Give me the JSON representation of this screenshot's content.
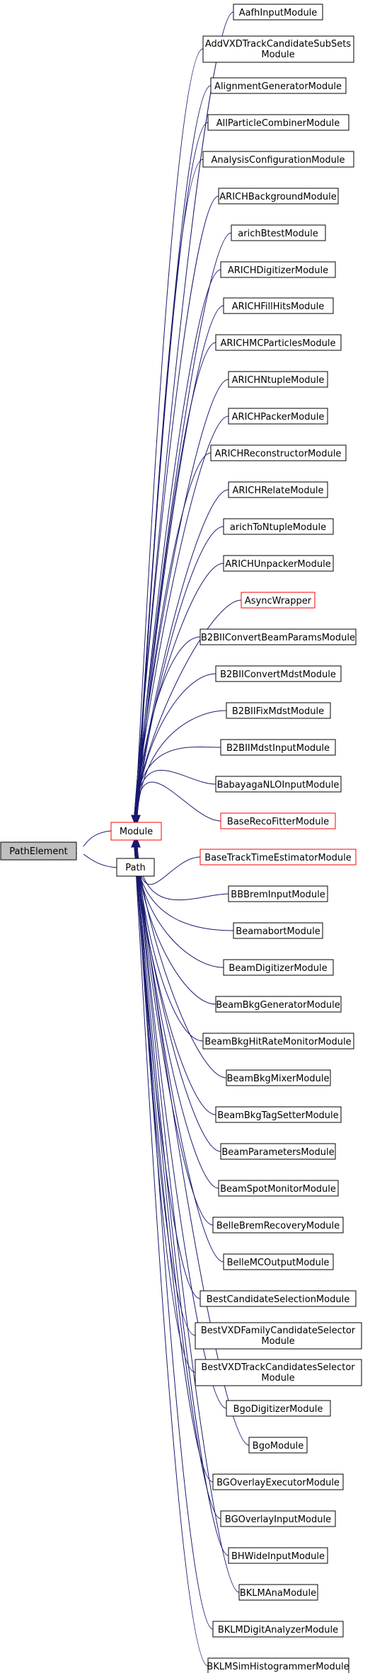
{
  "colors": {
    "edge": "#191970",
    "node_border": "#000000",
    "node_fill": "#ffffff",
    "highlight_border": "#ff0000",
    "root_fill": "#bfbfbf"
  },
  "root": {
    "label": "PathElement"
  },
  "module": {
    "label": "Module"
  },
  "path": {
    "label": "Path"
  },
  "children": [
    {
      "lines": [
        "AafhInputModule"
      ],
      "red": false
    },
    {
      "lines": [
        "AddVXDTrackCandidateSubSets",
        "Module"
      ],
      "red": false
    },
    {
      "lines": [
        "AlignmentGeneratorModule"
      ],
      "red": false
    },
    {
      "lines": [
        "AllParticleCombinerModule"
      ],
      "red": false
    },
    {
      "lines": [
        "AnalysisConfigurationModule"
      ],
      "red": false
    },
    {
      "lines": [
        "ARICHBackgroundModule"
      ],
      "red": false
    },
    {
      "lines": [
        "arichBtestModule"
      ],
      "red": false
    },
    {
      "lines": [
        "ARICHDigitizerModule"
      ],
      "red": false
    },
    {
      "lines": [
        "ARICHFillHitsModule"
      ],
      "red": false
    },
    {
      "lines": [
        "ARICHMCParticlesModule"
      ],
      "red": false
    },
    {
      "lines": [
        "ARICHNtupleModule"
      ],
      "red": false
    },
    {
      "lines": [
        "ARICHPackerModule"
      ],
      "red": false
    },
    {
      "lines": [
        "ARICHReconstructorModule"
      ],
      "red": false
    },
    {
      "lines": [
        "ARICHRelateModule"
      ],
      "red": false
    },
    {
      "lines": [
        "arichToNtupleModule"
      ],
      "red": false
    },
    {
      "lines": [
        "ARICHUnpackerModule"
      ],
      "red": false
    },
    {
      "lines": [
        "AsyncWrapper"
      ],
      "red": true
    },
    {
      "lines": [
        "B2BIIConvertBeamParamsModule"
      ],
      "red": false
    },
    {
      "lines": [
        "B2BIIConvertMdstModule"
      ],
      "red": false
    },
    {
      "lines": [
        "B2BIIFixMdstModule"
      ],
      "red": false
    },
    {
      "lines": [
        "B2BIIMdstInputModule"
      ],
      "red": false
    },
    {
      "lines": [
        "BabayagaNLOInputModule"
      ],
      "red": false
    },
    {
      "lines": [
        "BaseRecoFitterModule"
      ],
      "red": true
    },
    {
      "lines": [
        "BaseTrackTimeEstimatorModule"
      ],
      "red": true
    },
    {
      "lines": [
        "BBBremInputModule"
      ],
      "red": false
    },
    {
      "lines": [
        "BeamabortModule"
      ],
      "red": false
    },
    {
      "lines": [
        "BeamDigitizerModule"
      ],
      "red": false
    },
    {
      "lines": [
        "BeamBkgGeneratorModule"
      ],
      "red": false
    },
    {
      "lines": [
        "BeamBkgHitRateMonitorModule"
      ],
      "red": false
    },
    {
      "lines": [
        "BeamBkgMixerModule"
      ],
      "red": false
    },
    {
      "lines": [
        "BeamBkgTagSetterModule"
      ],
      "red": false
    },
    {
      "lines": [
        "BeamParametersModule"
      ],
      "red": false
    },
    {
      "lines": [
        "BeamSpotMonitorModule"
      ],
      "red": false
    },
    {
      "lines": [
        "BelleBremRecoveryModule"
      ],
      "red": false
    },
    {
      "lines": [
        "BelleMCOutputModule"
      ],
      "red": false
    },
    {
      "lines": [
        "BestCandidateSelectionModule"
      ],
      "red": false
    },
    {
      "lines": [
        "BestVXDFamilyCandidateSelector",
        "Module"
      ],
      "red": false
    },
    {
      "lines": [
        "BestVXDTrackCandidatesSelector",
        "Module"
      ],
      "red": false
    },
    {
      "lines": [
        "BgoDigitizerModule"
      ],
      "red": false
    },
    {
      "lines": [
        "BgoModule"
      ],
      "red": false
    },
    {
      "lines": [
        "BGOverlayExecutorModule"
      ],
      "red": false
    },
    {
      "lines": [
        "BGOverlayInputModule"
      ],
      "red": false
    },
    {
      "lines": [
        "BHWideInputModule"
      ],
      "red": false
    },
    {
      "lines": [
        "BKLMAnaModule"
      ],
      "red": false
    },
    {
      "lines": [
        "BKLMDigitAnalyzerModule"
      ],
      "red": false
    },
    {
      "lines": [
        "BKLMSimHistogrammerModule"
      ],
      "red": false
    }
  ]
}
